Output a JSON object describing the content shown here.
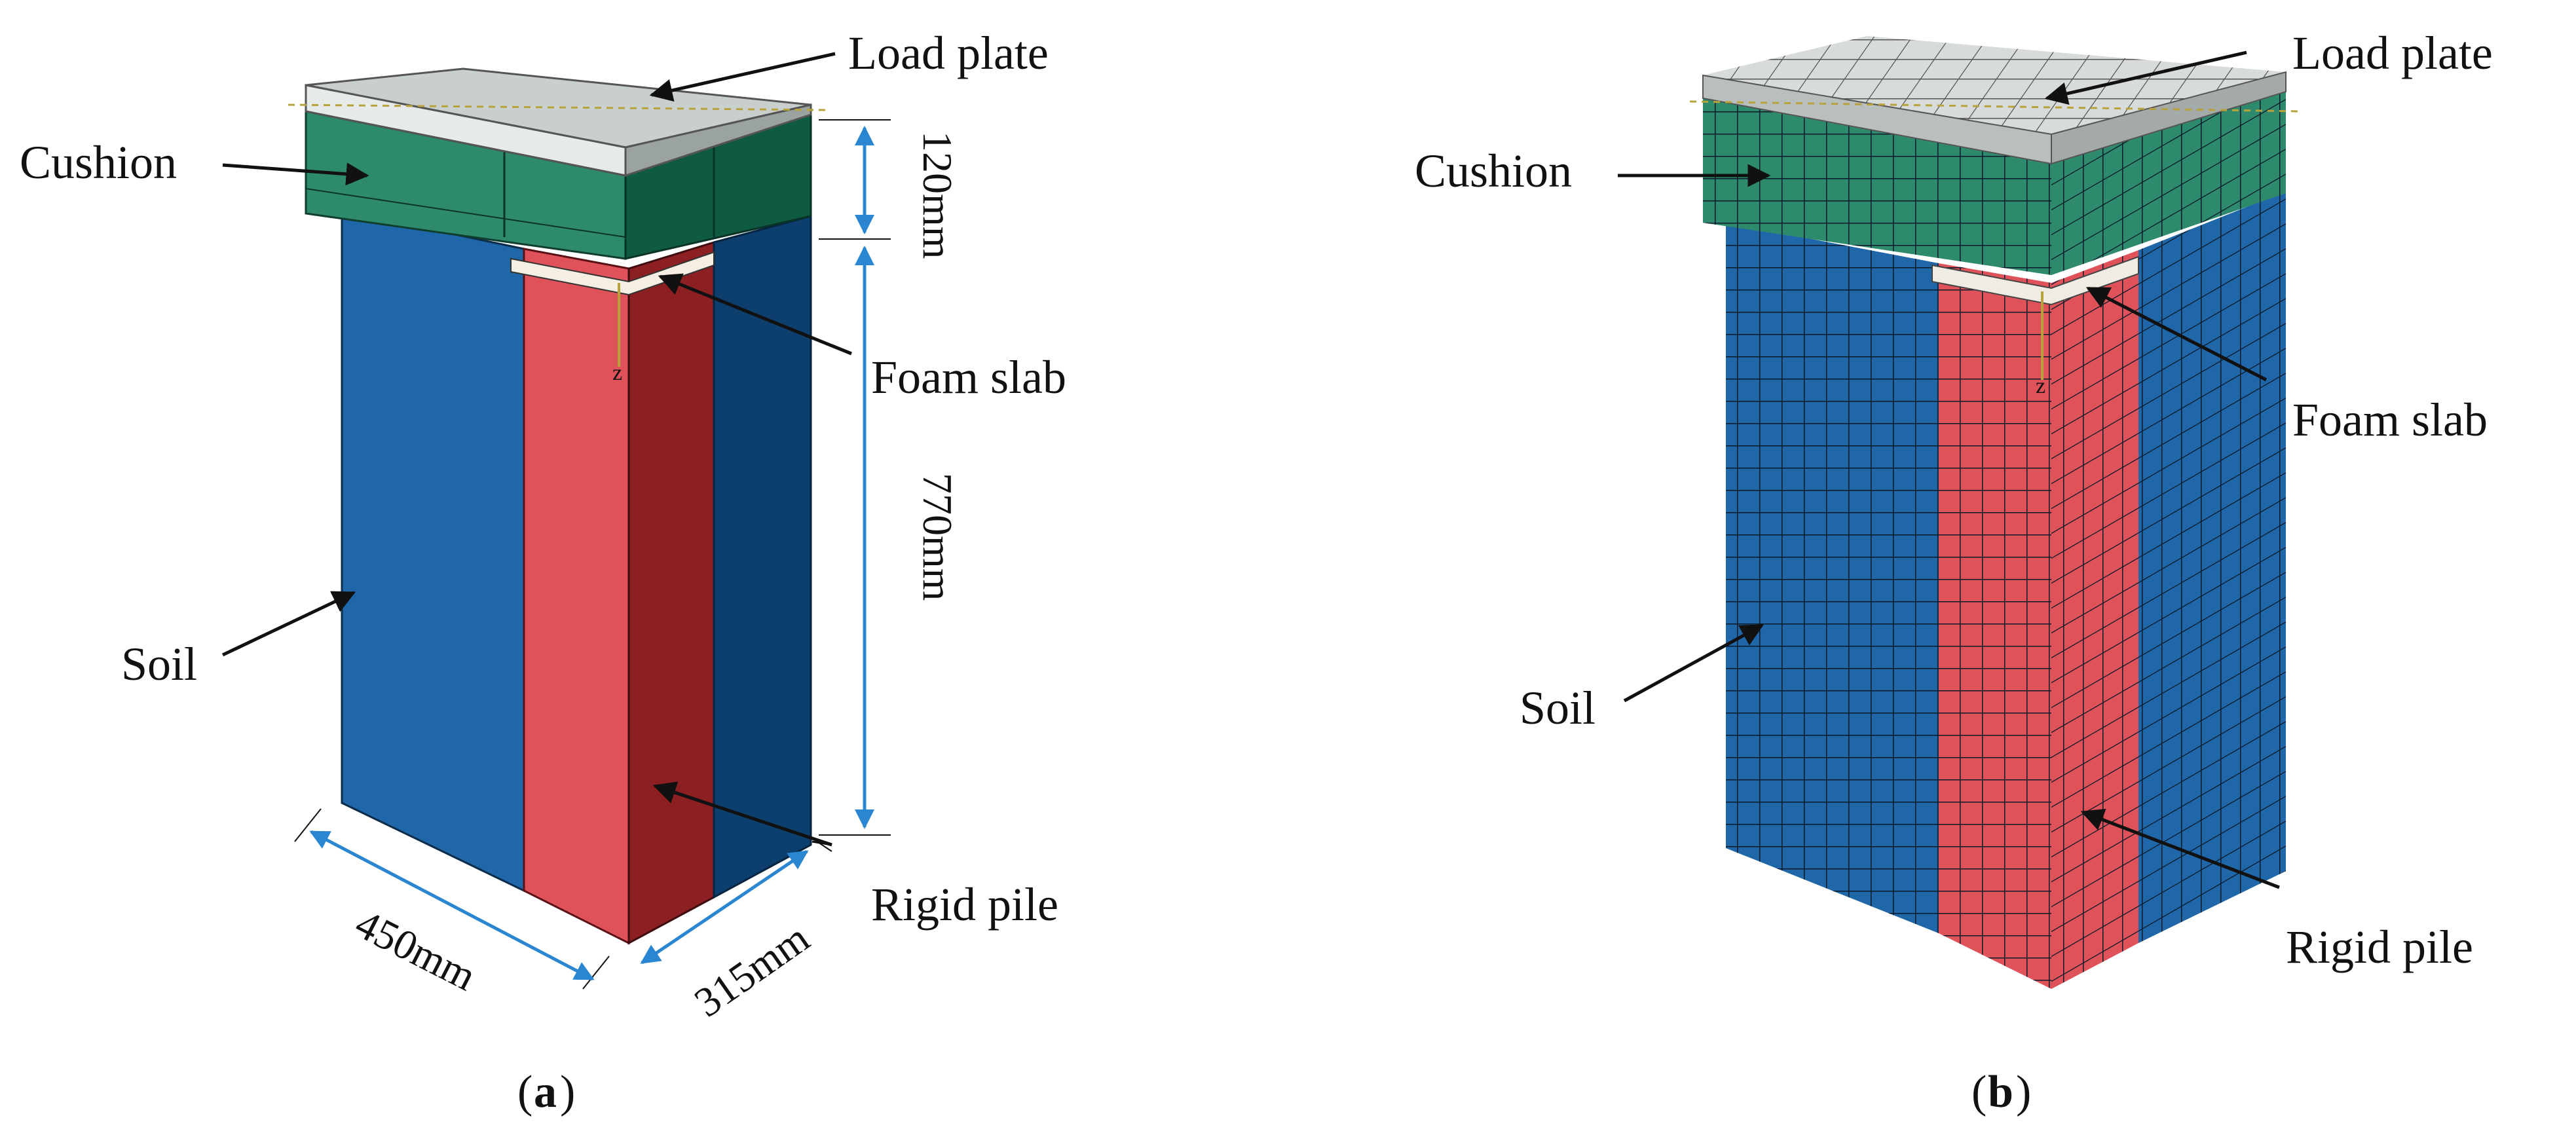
{
  "panels": [
    {
      "id": "a",
      "caption": "(a)",
      "caption_letter": "a",
      "labels": {
        "load_plate": "Load plate",
        "cushion": "Cushion",
        "foam_slab": "Foam slab",
        "soil": "Soil",
        "rigid_pile": "Rigid pile"
      },
      "dimensions": {
        "cushion_thickness": "120mm",
        "pile_length": "770mm",
        "width": "450mm",
        "depth": "315mm"
      },
      "axis_marker": "z"
    },
    {
      "id": "b",
      "caption": "(b)",
      "caption_letter": "b",
      "labels": {
        "load_plate": "Load plate",
        "cushion": "Cushion",
        "foam_slab": "Foam slab",
        "soil": "Soil",
        "rigid_pile": "Rigid pile"
      },
      "axis_marker": "z"
    }
  ],
  "colors": {
    "load_plate": "#c9cfcc",
    "cushion": "#2e8a6c",
    "soil": "#1f67a8",
    "soil_side": "#0c3f6e",
    "pile": "#e0525a",
    "pile_side": "#8c1f22",
    "dimension_line": "#2a86d0",
    "mesh_line": "#0b1a2a"
  }
}
